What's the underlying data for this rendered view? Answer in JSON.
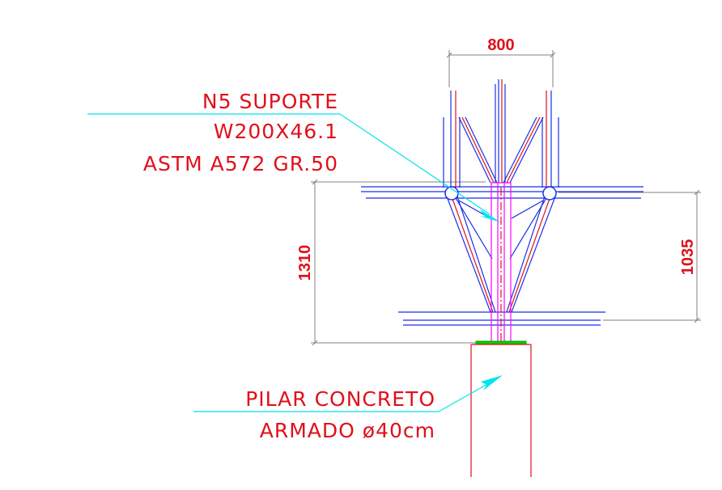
{
  "dimensions": {
    "top_width": "800",
    "left_height": "1310",
    "right_height": "1035"
  },
  "labels": {
    "support": {
      "line1": "N5 SUPORTE",
      "line2": "W200X46.1",
      "line3": "ASTM A572 GR.50"
    },
    "pillar": {
      "line1": "PILAR CONCRETO",
      "line2": "ARMADO ø40cm"
    }
  },
  "colors": {
    "dimension": "#e0101a",
    "leader": "#00e5ee",
    "steel_outline": "#1a2ee8",
    "steel_center": "#e0101a",
    "column": "#ff00ff",
    "base_plate": "#00cc00",
    "dim_line": "#808080"
  }
}
